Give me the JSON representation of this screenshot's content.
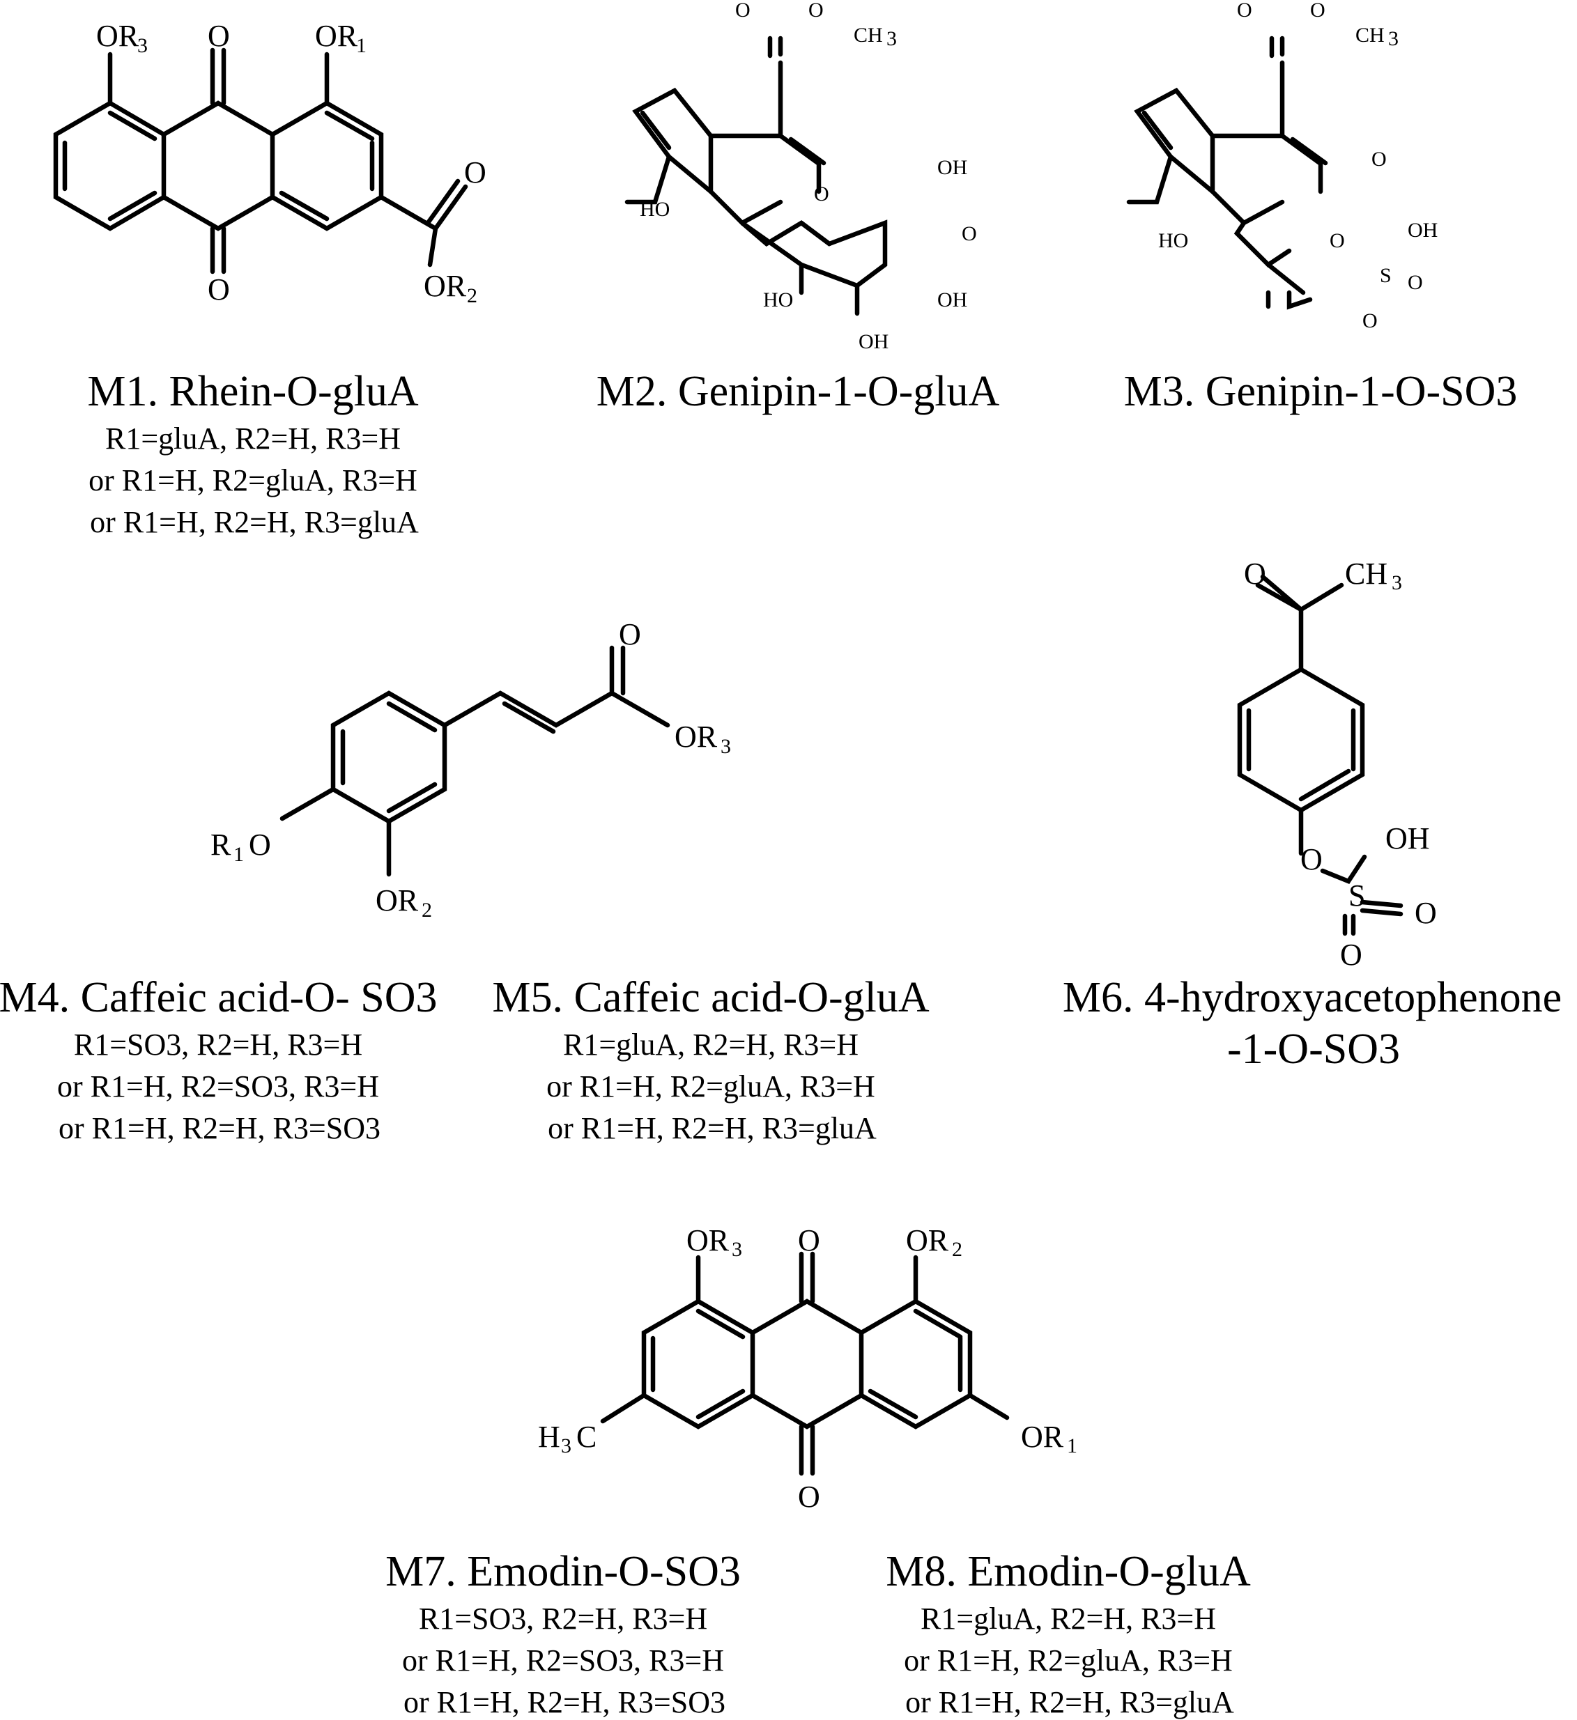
{
  "compounds": [
    {
      "id": "m1",
      "title": "M1. Rhein-O-gluA",
      "lines": [
        "R1=gluA, R2=H, R3=H",
        "or R1=H, R2=gluA, R3=H",
        "or R1=H, R2=H, R3=gluA"
      ]
    },
    {
      "id": "m2",
      "title": "M2. Genipin-1-O-gluA",
      "lines": []
    },
    {
      "id": "m3",
      "title": "M3. Genipin-1-O-SO3",
      "lines": []
    },
    {
      "id": "m4",
      "title": "M4. Caffeic acid-O- SO3",
      "lines": [
        "R1=SO3, R2=H, R3=H",
        "or R1=H, R2=SO3, R3=H",
        "or R1=H, R2=H, R3=SO3"
      ]
    },
    {
      "id": "m5",
      "title": "M5. Caffeic acid-O-gluA",
      "lines": [
        "R1=gluA, R2=H, R3=H",
        "or R1=H, R2=gluA, R3=H",
        "or R1=H, R2=H, R3=gluA"
      ]
    },
    {
      "id": "m6",
      "title": "M6. 4-hydroxyacetophenone",
      "title2": "-1-O-SO3",
      "lines": []
    },
    {
      "id": "m7",
      "title": "M7. Emodin-O-SO3",
      "lines": [
        "R1=SO3, R2=H, R3=H",
        "or R1=H, R2=SO3, R3=H",
        "or R1=H, R2=H, R3=SO3"
      ]
    },
    {
      "id": "m8",
      "title": "M8. Emodin-O-gluA",
      "lines": [
        "R1=gluA, R2=H, R3=H",
        "or R1=H, R2=gluA, R3=H",
        "or R1=H, R2=H, R3=gluA"
      ]
    }
  ],
  "atoms": {
    "o": "O",
    "h": "H",
    "c": "C",
    "s": "S",
    "r": "R",
    "oh": "OH",
    "ho": "HO",
    "or": "OR",
    "ch": "CH",
    "n1": "1",
    "n2": "2",
    "n3": "3"
  }
}
